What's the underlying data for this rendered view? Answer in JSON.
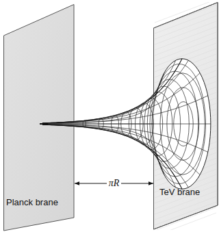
{
  "diagram": {
    "nodes": [
      {
        "text": [
          "Planck brane"
        ]
      },
      {
        "text": [
          "TeV brane"
        ]
      }
    ],
    "edges": [
      {
        "from": 0,
        "to": 1,
        "arrow": "both",
        "label": "πR"
      }
    ]
  }
}
